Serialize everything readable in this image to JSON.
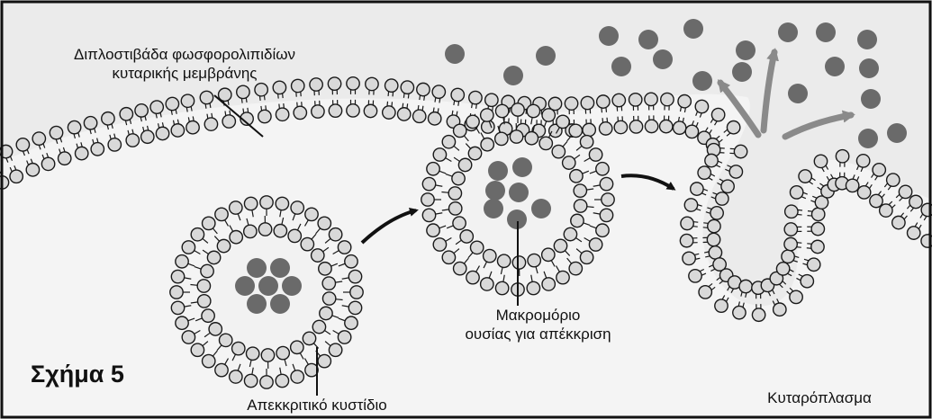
{
  "labels": {
    "bilayer": "Διπλοστιβάδα φωσφορολιπιδίων\nκυταρικής μεμβράνης",
    "macromolecule": "Μακρομόριο\nουσίας για απέκκριση",
    "vesicle": "Απεκκριτικό κυστίδιο",
    "cytoplasm": "Κυταρόπλασμα",
    "figure": "Σχήμα 5"
  },
  "colors": {
    "extracellular": "#ededed",
    "cytoplasm": "#f4f4f4",
    "lipid_head": "#d9d9d9",
    "molecule": "#6a6a6a",
    "outline": "#1a1a1a"
  }
}
